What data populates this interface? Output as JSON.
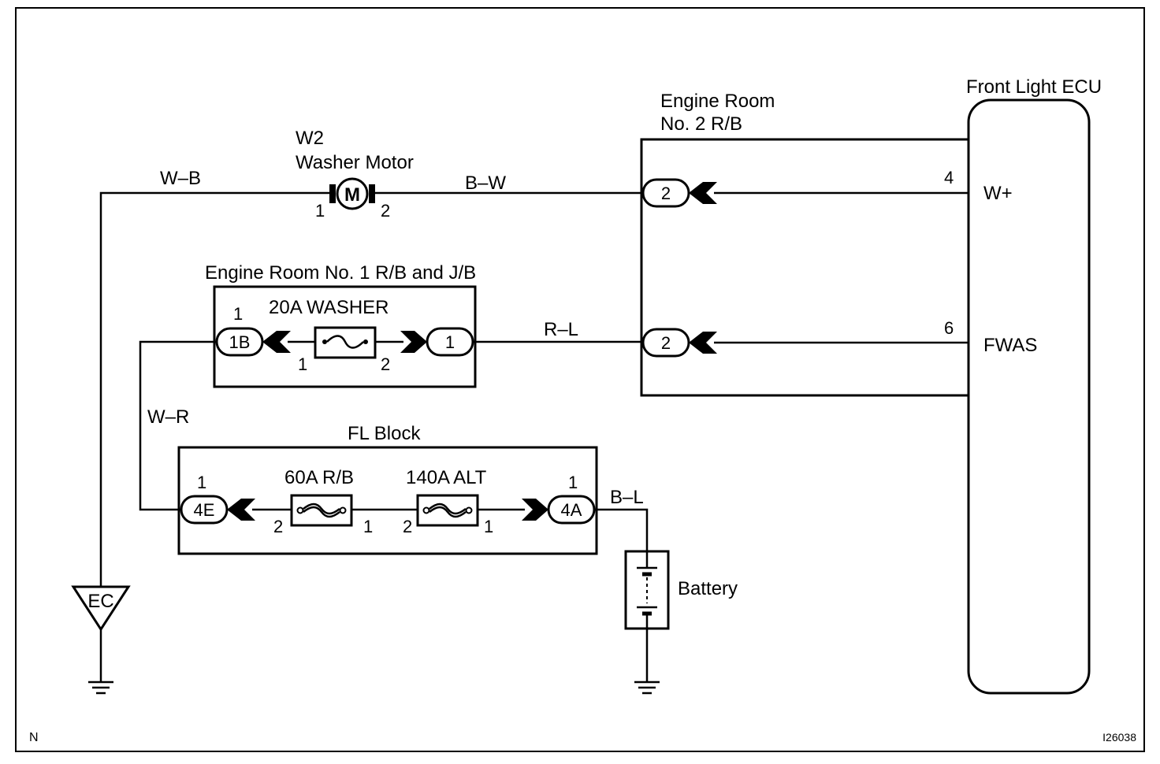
{
  "components": {
    "front_light_ecu": "Front Light ECU",
    "engine_room_no2": [
      "Engine Room",
      "No. 2 R/B"
    ],
    "washer_motor": [
      "W2",
      "Washer Motor"
    ],
    "motor_symbol": "M",
    "engine_room_no1": "Engine Room No. 1 R/B and J/B",
    "fuse_20a": "20A WASHER",
    "fl_block": "FL Block",
    "fuse_60a": "60A R/B",
    "fuse_140a": "140A ALT",
    "battery": "Battery",
    "ground_ec": "EC"
  },
  "wires": {
    "w_b": "W–B",
    "b_w": "B–W",
    "r_l": "R–L",
    "w_r": "W–R",
    "b_l": "B–L"
  },
  "ecu_pins": {
    "w_plus": "W+",
    "w_plus_pin": "4",
    "fwas": "FWAS",
    "fwas_pin": "6"
  },
  "connectors": {
    "er2_top": "2",
    "er2_bottom": "2",
    "c_1b": "1B",
    "c_1": "1",
    "c_4e": "4E",
    "c_4a": "4A"
  },
  "pins": {
    "motor_1": "1",
    "motor_2": "2",
    "c1b_top": "1",
    "f20_1": "1",
    "f20_2": "2",
    "c4e_top": "1",
    "f60_2": "2",
    "f60_1": "1",
    "f140_2": "2",
    "f140_1": "1",
    "c4a_top": "1"
  },
  "footer": {
    "left": "N",
    "right": "I26038"
  }
}
